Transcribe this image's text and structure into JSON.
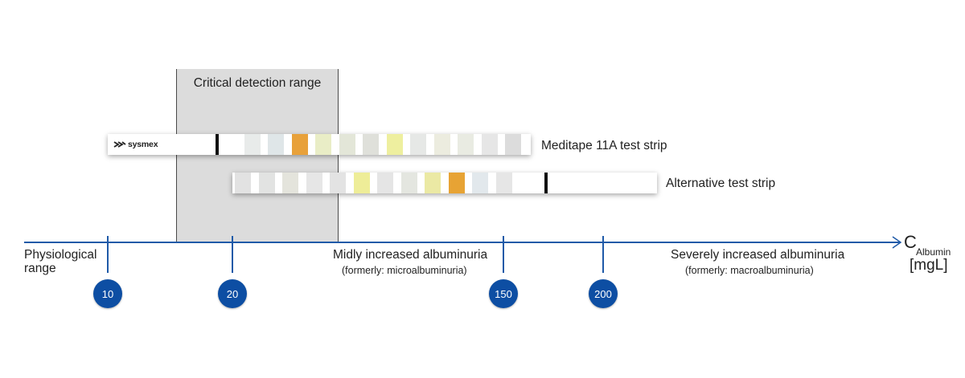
{
  "critical_range": {
    "label": "Critical detection range"
  },
  "strips": [
    {
      "name": "Meditape 11A test strip",
      "logo": "sysmex",
      "pads": [
        "#ffffff",
        "#e8ebea",
        "#dfe6e8",
        "#e8a13a",
        "#e9edc6",
        "#e3e6d8",
        "#dfe0da",
        "#eeef9f",
        "#e6e8e6",
        "#ececdf",
        "#e9ebe2",
        "#e6e6e6",
        "#dcdcdc"
      ]
    },
    {
      "name": "Alternative test strip",
      "pads": [
        "#e2e2e2",
        "#e2e3e2",
        "#e4e4dc",
        "#e6e6e6",
        "#e3e3e3",
        "#eeed98",
        "#e5e5e5",
        "#e4e6e0",
        "#ebe9a4",
        "#e7a334",
        "#e2e8ec",
        "#e6e6e6"
      ]
    }
  ],
  "axis": {
    "ticks": [
      {
        "label": "10"
      },
      {
        "label": "20"
      },
      {
        "label": "150"
      },
      {
        "label": "200"
      }
    ],
    "regions": {
      "physiological": [
        "Physiological",
        "range"
      ],
      "midly_title": "Midly increased albuminuria",
      "midly_sub": "(formerly: microalbuminuria)",
      "severe_title": "Severely increased albuminuria",
      "severe_sub": "(formerly: macroalbuminuria)"
    },
    "symbol": "C",
    "subscript": "Albumin",
    "unit": "[mgL]",
    "color": "#1f5aa8",
    "bubble_color": "#0d4ea3"
  }
}
